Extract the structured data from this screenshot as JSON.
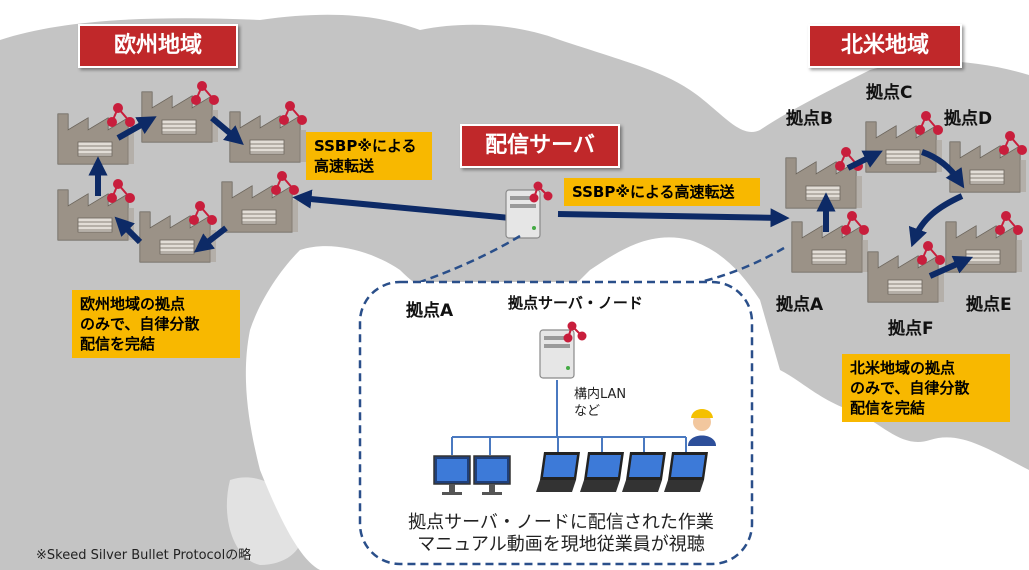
{
  "regions": {
    "europe": "欧州地域",
    "north_america": "北米地域"
  },
  "server": {
    "title": "配信サーバ"
  },
  "transfer": {
    "europe_line1": "SSBP※による",
    "europe_line2": "高速転送",
    "na_label": "SSBP※による高速転送"
  },
  "europe_note": {
    "line1": "欧州地域の拠点",
    "line2": "のみで、自律分散",
    "line3": "配信を完結"
  },
  "na_note": {
    "line1": "北米地域の拠点",
    "line2": "のみで、自律分散",
    "line3": "配信を完結"
  },
  "na_sites": {
    "a": "拠点A",
    "b": "拠点B",
    "c": "拠点C",
    "d": "拠点D",
    "e": "拠点E",
    "f": "拠点F"
  },
  "site_a_detail": {
    "title": "拠点A",
    "server_node": "拠点サーバ・ノード",
    "lan_line1": "構内LAN",
    "lan_line2": "など",
    "caption_line1": "拠点サーバ・ノードに配信された作業",
    "caption_line2": "マニュアル動画を現地従業員が視聴"
  },
  "footnote": "※Skeed Silver Bullet Protocolの略",
  "colors": {
    "region_red": "#c0282a",
    "note_yellow": "#f8b800",
    "arrow_navy": "#0d2a66",
    "map_gray": "#c2c2c2"
  }
}
